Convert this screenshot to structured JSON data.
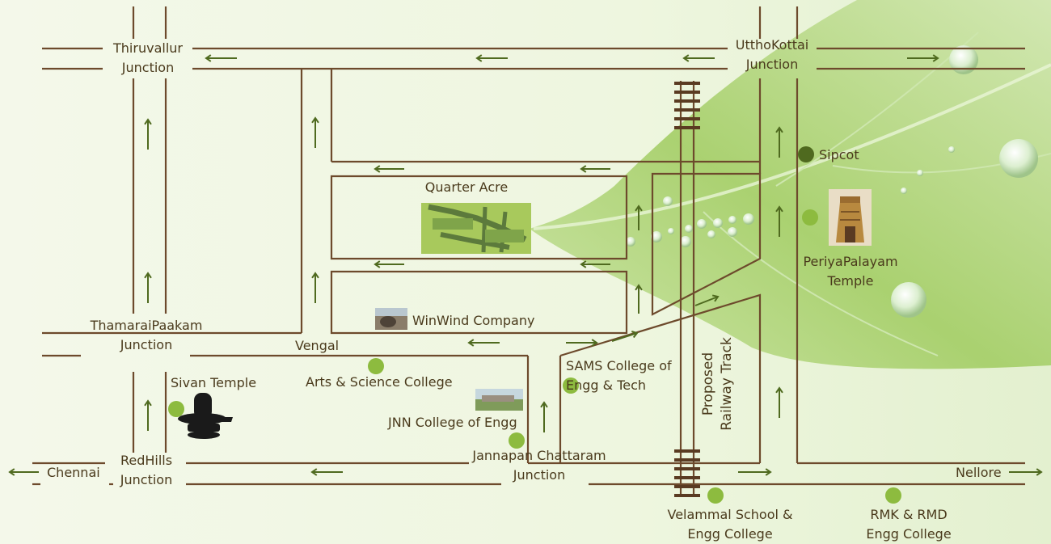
{
  "colors": {
    "road": "#6d4a2c",
    "arrow": "#4f6a1f",
    "text": "#4a3a1c",
    "poi_dot": "#8dbb3f",
    "poi_dot_dark": "#4f6a1f",
    "background": "#eff6e3",
    "leaf": "#9ccb54"
  },
  "labels": {
    "thiruvallur_junction": "Thiruvallur\nJunction",
    "utthokottai_junction": "UtthoKottai\nJunction",
    "thamaraipaakam_junction": "ThamaraiPaakam\nJunction",
    "redhills_junction": "RedHills\nJunction",
    "jannapan_junction": "Jannapan Chattaram\nJunction",
    "chennai": "Chennai",
    "nellore": "Nellore",
    "vengal": "Vengal",
    "proposed_railway": "Proposed\nRailway Track"
  },
  "pois": {
    "sipcot": "Sipcot",
    "quarter_acre": "Quarter Acre",
    "periyapalayam": "PeriyaPalayam\nTemple",
    "winwind": "WinWind Company",
    "sivan_temple": "Sivan Temple",
    "arts_college": "Arts & Science College",
    "sams_college": "SAMS College of\nEngg & Tech",
    "jnn_college": "JNN College of Engg",
    "velammal": "Velammal School &\nEngg College",
    "rmk": "RMK & RMD\nEngg College"
  },
  "icons": {
    "quarter_acre_plan": "site-plan-image",
    "temple": "temple-gopuram-image",
    "winwind": "factory-photo",
    "jnn": "college-building-photo",
    "sivan": "shiva-lingam-icon",
    "railway": "railway-track-icon",
    "arrow": "direction-arrow"
  }
}
